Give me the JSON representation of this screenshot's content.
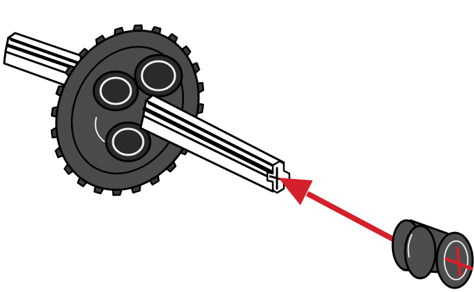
{
  "diagram": {
    "parts": [
      {
        "id": "axle",
        "icon": "cross-axle-icon"
      },
      {
        "id": "gear",
        "icon": "gear-icon",
        "teeth": 24
      },
      {
        "id": "bushing",
        "icon": "bushing-icon"
      }
    ],
    "arrow": {
      "from": "bushing",
      "to": "axle",
      "icon": "assembly-arrow-icon"
    }
  },
  "colors": {
    "gear": "#3c3c3c",
    "gear_face": "#4a4a4a",
    "bushing": "#4d4d4d",
    "axle": "#ffffff",
    "outline": "#000000",
    "arrow": "#d4202a",
    "background": "#ffffff"
  }
}
